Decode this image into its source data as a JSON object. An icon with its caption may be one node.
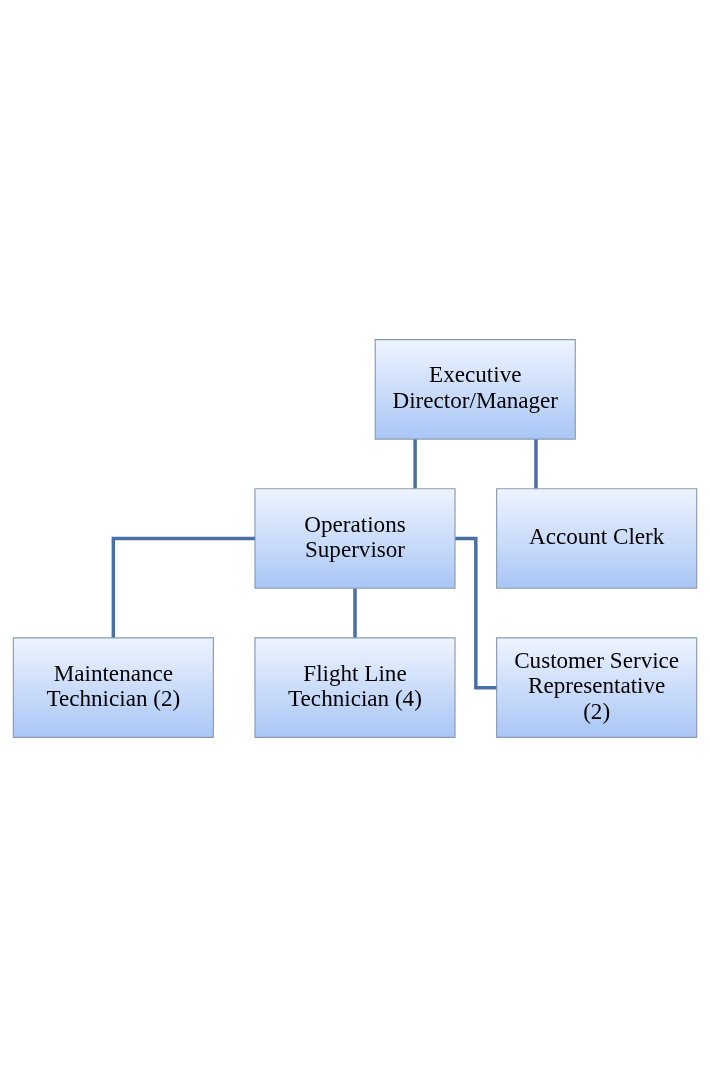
{
  "diagram": {
    "nodes": [
      {
        "text": [
          "Executive Director/Manager"
        ]
      },
      {
        "text": [
          "Operations Supervisor"
        ]
      },
      {
        "text": [
          "Account Clerk"
        ]
      },
      {
        "text": [
          "Maintenance Technician (2)"
        ]
      },
      {
        "text": [
          "Flight Line Technician (4)"
        ]
      },
      {
        "text": [
          "Customer Service Representative (2)"
        ]
      }
    ],
    "edges": [
      {
        "from": 0,
        "to": 1,
        "arrow": "none"
      },
      {
        "from": 0,
        "to": 2,
        "arrow": "none"
      },
      {
        "from": 1,
        "to": 3,
        "arrow": "none"
      },
      {
        "from": 1,
        "to": 4,
        "arrow": "none"
      },
      {
        "from": 1,
        "to": 5,
        "arrow": "none"
      }
    ]
  }
}
